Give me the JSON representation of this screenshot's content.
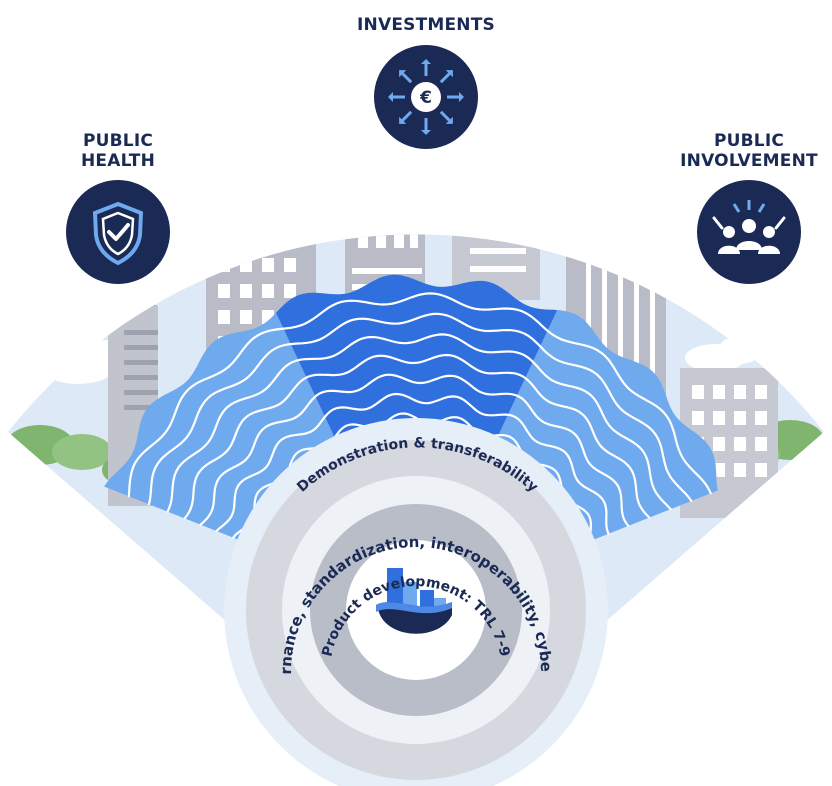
{
  "titles": {
    "public_health": [
      "PUBLIC",
      "HEALTH"
    ],
    "investments": "INVESTMENTS",
    "public_involvement": [
      "PUBLIC",
      "INVOLVEMENT"
    ]
  },
  "icons": {
    "public_health": "shield-check-icon",
    "investments": "euro-arrows-icon",
    "public_involvement": "people-group-icon",
    "center_logo": "city-wave-logo-icon"
  },
  "rings": {
    "outer": "ICT governance, standardization, interoperability, cybersecurity",
    "middle": "Product development: TRL 7-9",
    "waves": "Demonstration & transferability"
  },
  "colors": {
    "navy": "#1b2a55",
    "sky": "#dbeaf8",
    "wave_light": "#6fa9ee",
    "wave_dark": "#2f6fde",
    "building": "#b9bcc6",
    "building_dark": "#9ea2ae",
    "ring_outer": "#d5d8df",
    "ring_inner": "#b7bbc6",
    "green": "#82b874"
  }
}
